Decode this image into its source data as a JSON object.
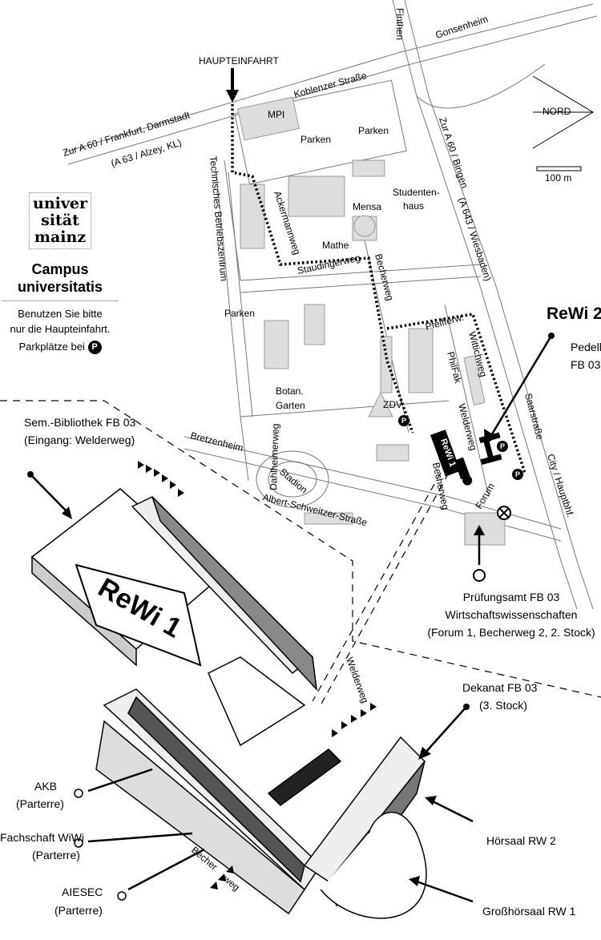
{
  "legend": {
    "logo_text": [
      "univer",
      "sität",
      "mainz"
    ],
    "title_line1": "Campus",
    "title_line2": "universitatis",
    "note_line1": "Benutzen Sie bitte",
    "note_line2": "nur die Haupteinfahrt.",
    "parking_note": "Parkplätze bei",
    "parking_symbol": "P"
  },
  "north": {
    "label": "NORD",
    "scale": "100 m"
  },
  "map_labels": {
    "finthen": "Finthen",
    "gonsenheim": "Gonsenheim",
    "haupteinfahrt": "HAUPTEINFAHRT",
    "koblenzer": "Koblenzer Straße",
    "frankfurt": "Zur A 60 / Frankfurt, Darmstadt",
    "alzey": "(A 63 / Alzey, KL)",
    "mpi": "MPI",
    "parken1": "Parken",
    "parken2": "Parken",
    "parken3": "Parken",
    "bingen": "Zur A 60 / Bingen",
    "wiesbaden": "(A 643 / Wiesbaden)",
    "tbz": "Technisches Betriebszentrum",
    "ackermannweg": "Ackermannweg",
    "mensa": "Mensa",
    "studentenhaus1": "Studenten-",
    "studentenhaus2": "haus",
    "mathe": "Mathe",
    "staudingerweg": "Staudingerweg",
    "becherweg1": "Becherweg",
    "pfeifferweg": "Pfeifferw.",
    "wittichweg": "Wittichweg",
    "philfak": "PhilFak",
    "zdv": "ZDV",
    "welderweg1": "Welderweg",
    "saarstrasse": "Saarstraße",
    "city": "City / Hauptbhf.",
    "botan1": "Botan.",
    "botan2": "Garten",
    "dahlheimerweg": "Dahlheimerweg",
    "bretzenheim": "Bretzenheim",
    "stadion": "Stadion",
    "becherweg2": "Becherweg",
    "forum": "Forum",
    "albert": "Albert-Schweitzer-Straße",
    "rewi1_small": "ReWi 1",
    "welderweg2": "Welderweg",
    "becherweg3a": "Becher",
    "becherweg3b": "weg",
    "rewi1_big": "ReWi 1"
  },
  "callouts": {
    "rewi2_title": "ReWi 2",
    "rewi2_line1": "Pedell",
    "rewi2_line2": "FB 03",
    "pruefung1": "Prüfungsamt FB 03",
    "pruefung2": "Wirtschaftswissenschaften",
    "pruefung3": "(Forum 1, Becherweg 2, 2. Stock)",
    "sembib1": "Sem.-Bibliothek FB 03",
    "sembib2": "(Eingang: Welderweg)",
    "dekanat1": "Dekanat FB 03",
    "dekanat2": "(3. Stock)",
    "akb1": "AKB",
    "akb2": "(Parterre)",
    "fachschaft1": "Fachschaft WiWi",
    "fachschaft2": "(Parterre)",
    "aiesec1": "AIESEC",
    "aiesec2": "(Parterre)",
    "hoersaal": "Hörsaal  RW 2",
    "grosshoersaal": "Großhörsaal  RW 1"
  },
  "parking": "P"
}
